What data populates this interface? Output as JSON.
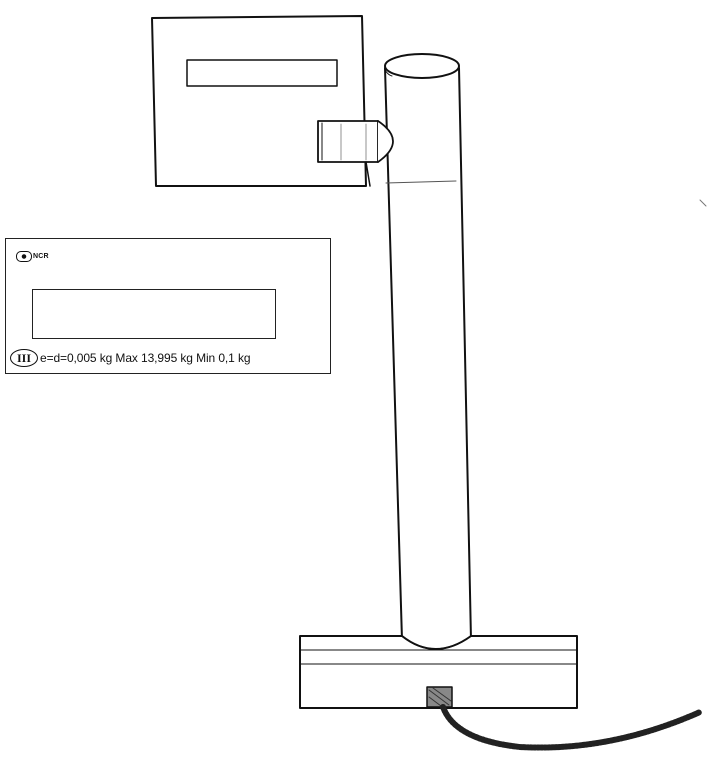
{
  "label": {
    "brand": "NCR",
    "brand_icon": "ncr-logo-icon",
    "accuracy_class": "III",
    "spec_text": "e=d=0,005 kg Max 13,995 kg Min 0,1 kg"
  },
  "colors": {
    "line": "#111111",
    "background": "#ffffff",
    "shading": "#888888"
  }
}
